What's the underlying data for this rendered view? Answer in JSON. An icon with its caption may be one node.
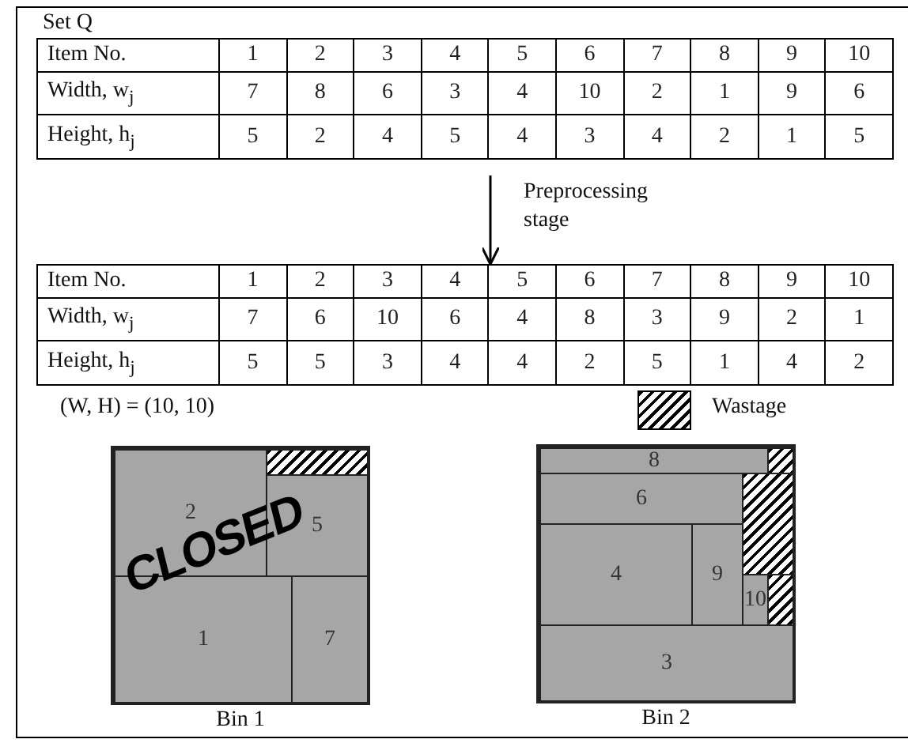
{
  "diagram": {
    "title": "Set Q",
    "nodes": [
      {
        "text": [],
        "shape": "table"
      },
      {
        "text": [],
        "shape": "table"
      },
      {
        "text": [
          "Bin 1"
        ]
      },
      {
        "text": [
          "2"
        ],
        "in": 2
      },
      {
        "text": [],
        "shape": "box",
        "in": 2
      },
      {
        "text": [
          "5"
        ],
        "in": 2
      },
      {
        "text": [
          "1"
        ],
        "in": 2
      },
      {
        "text": [
          "7"
        ],
        "in": 2
      },
      {
        "text": [
          "Bin 2"
        ]
      },
      {
        "text": [
          "8"
        ],
        "in": 8
      },
      {
        "text": [],
        "shape": "box",
        "in": 8
      },
      {
        "text": [
          "6"
        ],
        "in": 8
      },
      {
        "text": [],
        "shape": "box",
        "in": 8
      },
      {
        "text": [
          "4"
        ],
        "in": 8
      },
      {
        "text": [
          "9"
        ],
        "in": 8
      },
      {
        "text": [
          "10"
        ],
        "in": 8
      },
      {
        "text": [],
        "shape": "box",
        "in": 8
      },
      {
        "text": [
          "3"
        ],
        "in": 8
      }
    ],
    "edges": [
      {
        "from": 0,
        "to": 1,
        "arrow": "to",
        "label": "Preprocessing stage"
      }
    ],
    "labels": [
      "Item No.",
      "1",
      "2",
      "3",
      "4",
      "5",
      "6",
      "7",
      "8",
      "9",
      "10",
      "Width, w$_{j}$",
      "7",
      "8",
      "6",
      "3",
      "4",
      "10",
      "2",
      "1",
      "9",
      "6",
      "Height, h$_{j}$",
      "5",
      "2",
      "4",
      "5",
      "4",
      "3",
      "4",
      "2",
      "1",
      "5",
      "Item No.",
      "1",
      "2",
      "3",
      "4",
      "5",
      "6",
      "7",
      "8",
      "9",
      "10",
      "Width, w$_{j}$",
      "7",
      "6",
      "10",
      "6",
      "4",
      "8",
      "3",
      "9",
      "2",
      "1",
      "Height, h$_{j}$",
      "5",
      "5",
      "3",
      "4",
      "4",
      "2",
      "5",
      "1",
      "4",
      "2",
      "(W, H) = (10, 10)",
      "CLOSED"
    ],
    "legend": [
      {
        "text": "Wastage"
      }
    ]
  }
}
